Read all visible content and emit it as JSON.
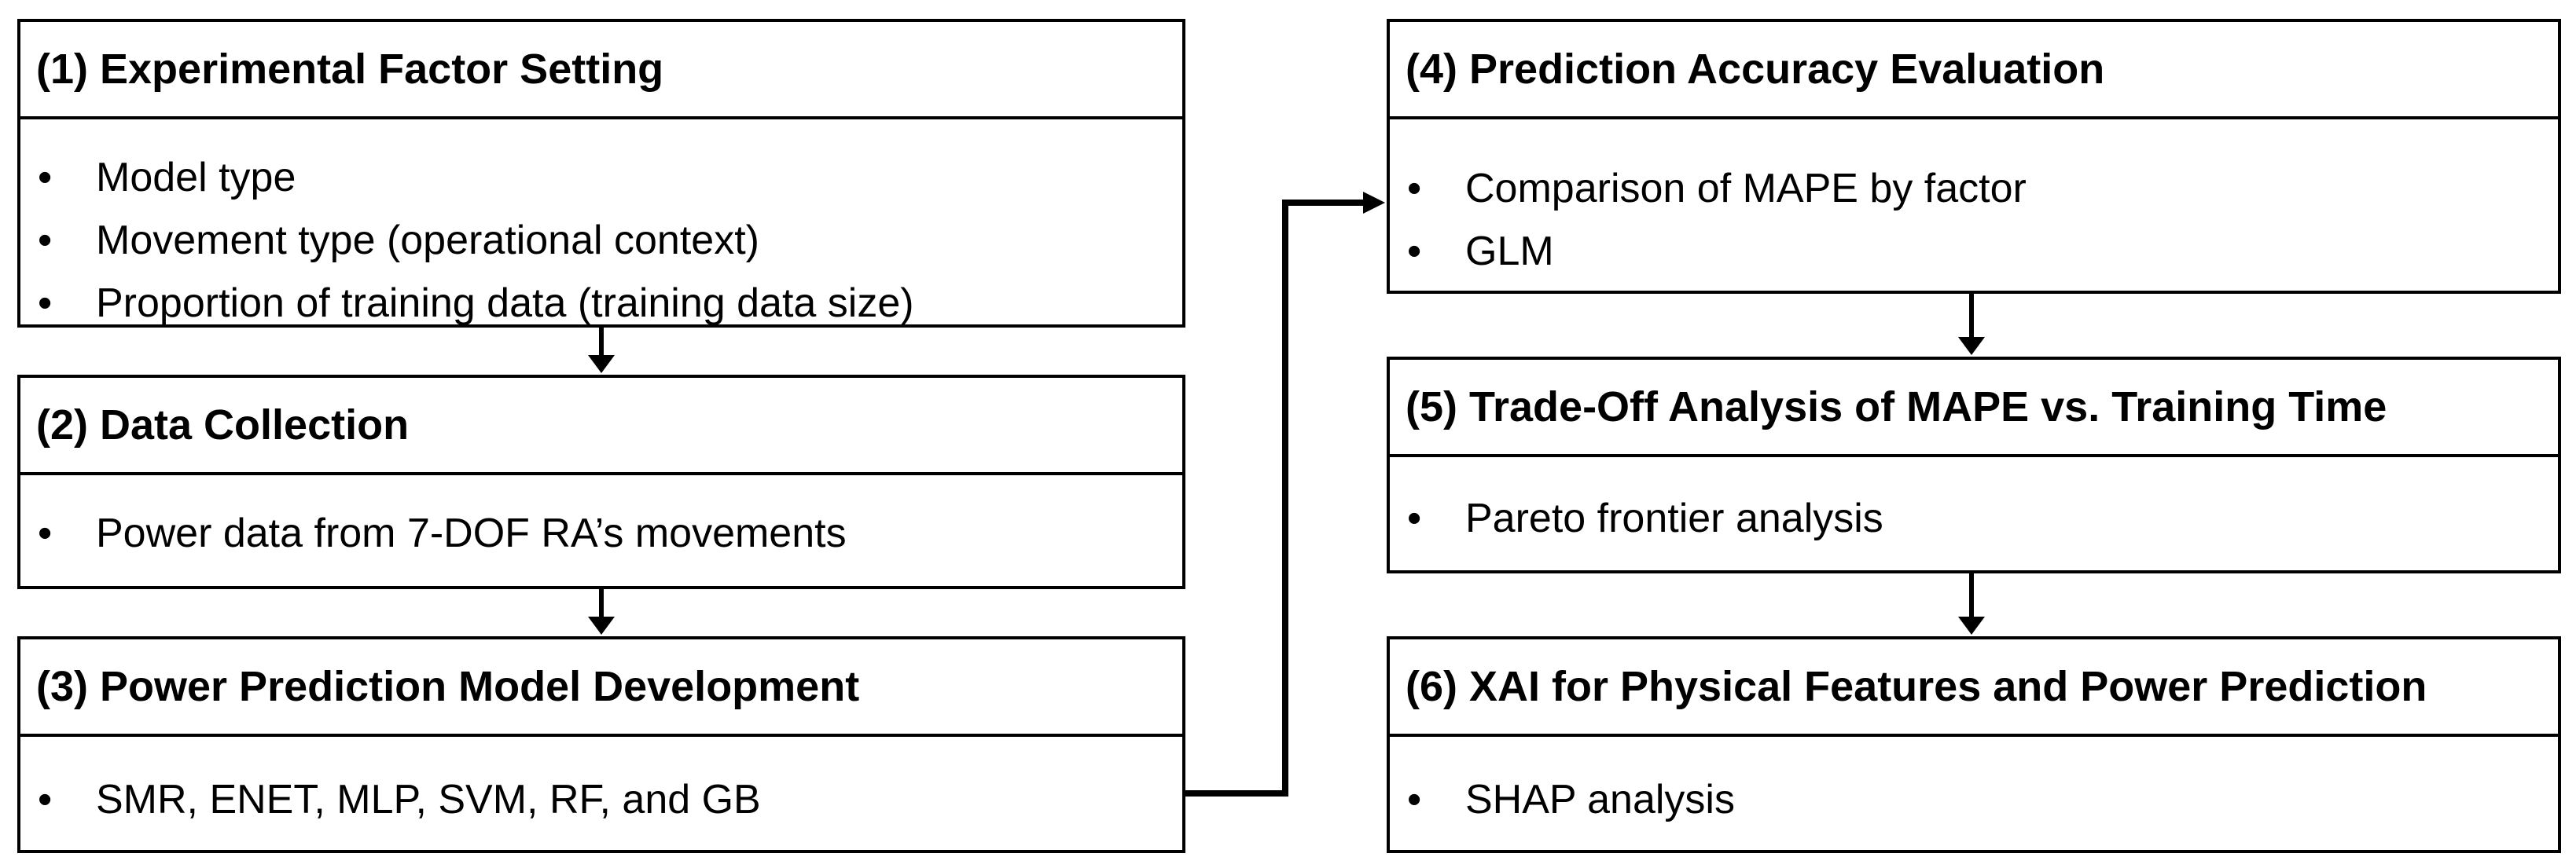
{
  "boxes": [
    {
      "id": "experimental-factor-setting",
      "title": "(1) Experimental Factor Setting",
      "items": [
        "Model type",
        "Movement type (operational context)",
        "Proportion of training data (training data size)"
      ]
    },
    {
      "id": "data-collection",
      "title": "(2) Data Collection",
      "items": [
        "Power data from 7-DOF RA’s movements"
      ]
    },
    {
      "id": "power-prediction-model-development",
      "title": "(3) Power Prediction Model Development",
      "items": [
        "SMR, ENET, MLP, SVM, RF, and GB"
      ]
    },
    {
      "id": "prediction-accuracy-evaluation",
      "title": "(4) Prediction Accuracy Evaluation",
      "items": [
        "Comparison of MAPE by factor",
        "GLM"
      ]
    },
    {
      "id": "trade-off-analysis",
      "title": "(5) Trade-Off Analysis of MAPE vs. Training Time",
      "items": [
        "Pareto frontier analysis"
      ]
    },
    {
      "id": "xai-physical-features",
      "title": "(6) XAI for Physical Features and Power Prediction",
      "items": [
        "SHAP analysis"
      ]
    }
  ],
  "bullet": "•"
}
